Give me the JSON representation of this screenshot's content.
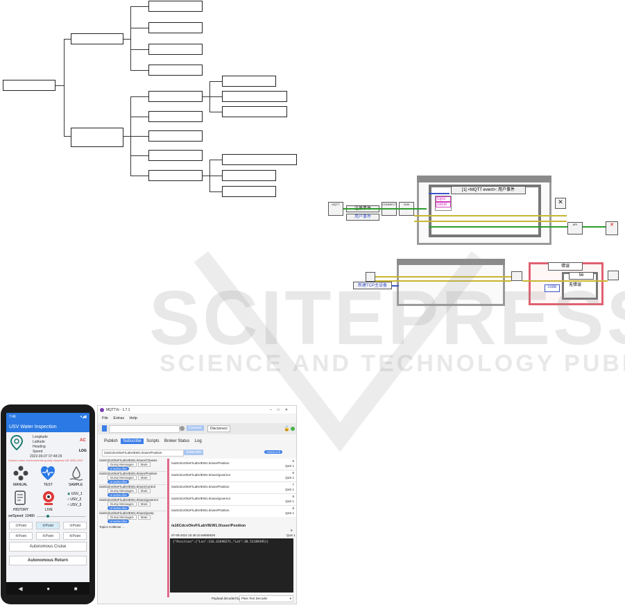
{
  "tree": {
    "root": "",
    "branch_top": "",
    "branch_bottom": "",
    "top_leaves": [
      "",
      "",
      "",
      ""
    ],
    "bottom_leaves": [
      "",
      "",
      "",
      "",
      ""
    ],
    "sub_leaves_a": [
      "",
      "",
      ""
    ],
    "sub_leaves_b": [
      "",
      "",
      ""
    ]
  },
  "watermark": {
    "line1": "SCITEPRESS",
    "line2": "SCIENCE AND TECHNOLOGY PUBLICATIONS"
  },
  "labview1": {
    "event_case": "[1] <MQTT event>: 用户事件",
    "register_label": "注册事件",
    "user_event": "用户事件",
    "topic": "topic",
    "value": "value",
    "mqtt_tag": "MQTT",
    "connect_label": "CONNECT",
    "sub_label": "SUB",
    "api_label": "API"
  },
  "labview2": {
    "create_tcp": "新建TCP主设备",
    "error_case": "错误",
    "case_value": "56",
    "no_error": "无错误",
    "code": "code"
  },
  "phone": {
    "status_time": "7:46",
    "app_title": "USV Water Inspection",
    "fields": [
      "Longitude",
      "Latitude",
      "Heading",
      "Speed"
    ],
    "ac_label": "AC",
    "log_label": "LOG",
    "datetime": "2022-09-07 07:48:29",
    "standard_text": "Surface water environmental quality standard GB 3838-2002",
    "modes": [
      "MANUAL",
      "TEST",
      "SAMPLE"
    ],
    "modes2": [
      "HISTORY",
      "LIVE"
    ],
    "usv_options": [
      "USV_1",
      "USV_2",
      "USV_3"
    ],
    "set_speed": "setSpeed: 13480",
    "points_row1": [
      "①Point",
      "②Point",
      "③Point"
    ],
    "points_row2": [
      "④Point",
      "⑤Point",
      "⑥Point"
    ],
    "cruise_btn": "Autonomous Cruise",
    "return_btn": "Autonomous Return",
    "colors": {
      "accent": "#2a79e4",
      "ac": "#d32f2f"
    }
  },
  "mqtt": {
    "title": "MQTT.fx - 1.7.1",
    "menu": [
      "File",
      "Extras",
      "Help"
    ],
    "connect_btn": "Connect",
    "disconnect_btn": "Disconnect",
    "tabs": [
      "Publish",
      "Subscribe",
      "Scripts",
      "Broker Status",
      "Log"
    ],
    "topic_input": "/a16CdcvOkvF/LabVIEW1.0/user/Position",
    "subscribe_btn": "Subscribe",
    "autoscroll": "Autoscroll",
    "subscriptions": [
      "/a16CdcvOkvF/LabVIEW1.0/user/Chassis",
      "/a16CdcvOkvF/LabVIEW1.0/user/Position",
      "/a16CdcvOkvF/LabVIEW1.0/user/control",
      "/a16CdcvOkvF/LabVIEW1.0/user/governor",
      "/a16CdcvOkvF/LabVIEW1.0/user/pump"
    ],
    "sub_buttons": [
      "Dump Messages",
      "Mute",
      "Unsubscribe"
    ],
    "messages": [
      {
        "topic": "/a16CdcvOkvF/LabVIEW1.0/user/Position",
        "num": "5",
        "qos": "QoS 1"
      },
      {
        "topic": "/a16CdcvOkvF/LabVIEW1.0/user/governor",
        "num": "6",
        "qos": "QoS 1"
      },
      {
        "topic": "/a16CdcvOkvF/LabVIEW1.0/user/Position",
        "num": "7",
        "qos": "QoS 1"
      },
      {
        "topic": "/a16CdcvOkvF/LabVIEW1.0/user/governor",
        "num": "8",
        "qos": "QoS 1"
      },
      {
        "topic": "/a16CdcvOkvF/LabVIEW1.0/user/Position",
        "num": "9",
        "qos": "QoS 1"
      }
    ],
    "topics_collector": "Topics Collector ...",
    "detail_topic": "/a16CdcvOkvF/LabVIEW1.0/user/Position",
    "detail_num": "9",
    "detail_time": "07-09-2022 15:48:10.56890628",
    "detail_qos": "QoS 1",
    "payload": "{\"Position\":{\"Lon\":116.42698271,\"Lat\":38.52189395}}",
    "decoded_by": "Payload decoded by",
    "decoder": "Plain Text Decoder"
  }
}
